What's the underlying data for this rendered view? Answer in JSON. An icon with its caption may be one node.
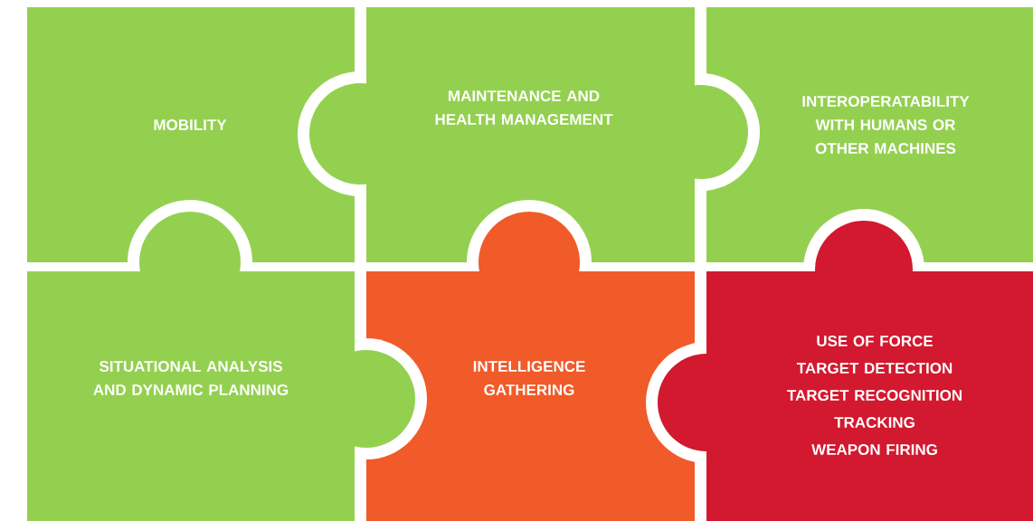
{
  "diagram": {
    "nodes": [
      {
        "text": [
          "MOBILITY"
        ]
      },
      {
        "text": [
          "MAINTENANCE AND HEALTH MANAGEMENT"
        ]
      },
      {
        "text": [
          "INTEROPERATABILITY WITH HUMANS OR OTHER MACHINES"
        ]
      },
      {
        "text": [
          "SITUATIONAL ANALYSIS AND DYNAMIC PLANNING"
        ]
      },
      {
        "text": [
          "INTELLIGENCE GATHERING"
        ]
      },
      {
        "text": [
          "USE OF FORCE",
          "TARGET DETECTION",
          "TARGET RECOGNITION",
          "TRACKING",
          "WEAPON FIRING"
        ]
      }
    ]
  }
}
